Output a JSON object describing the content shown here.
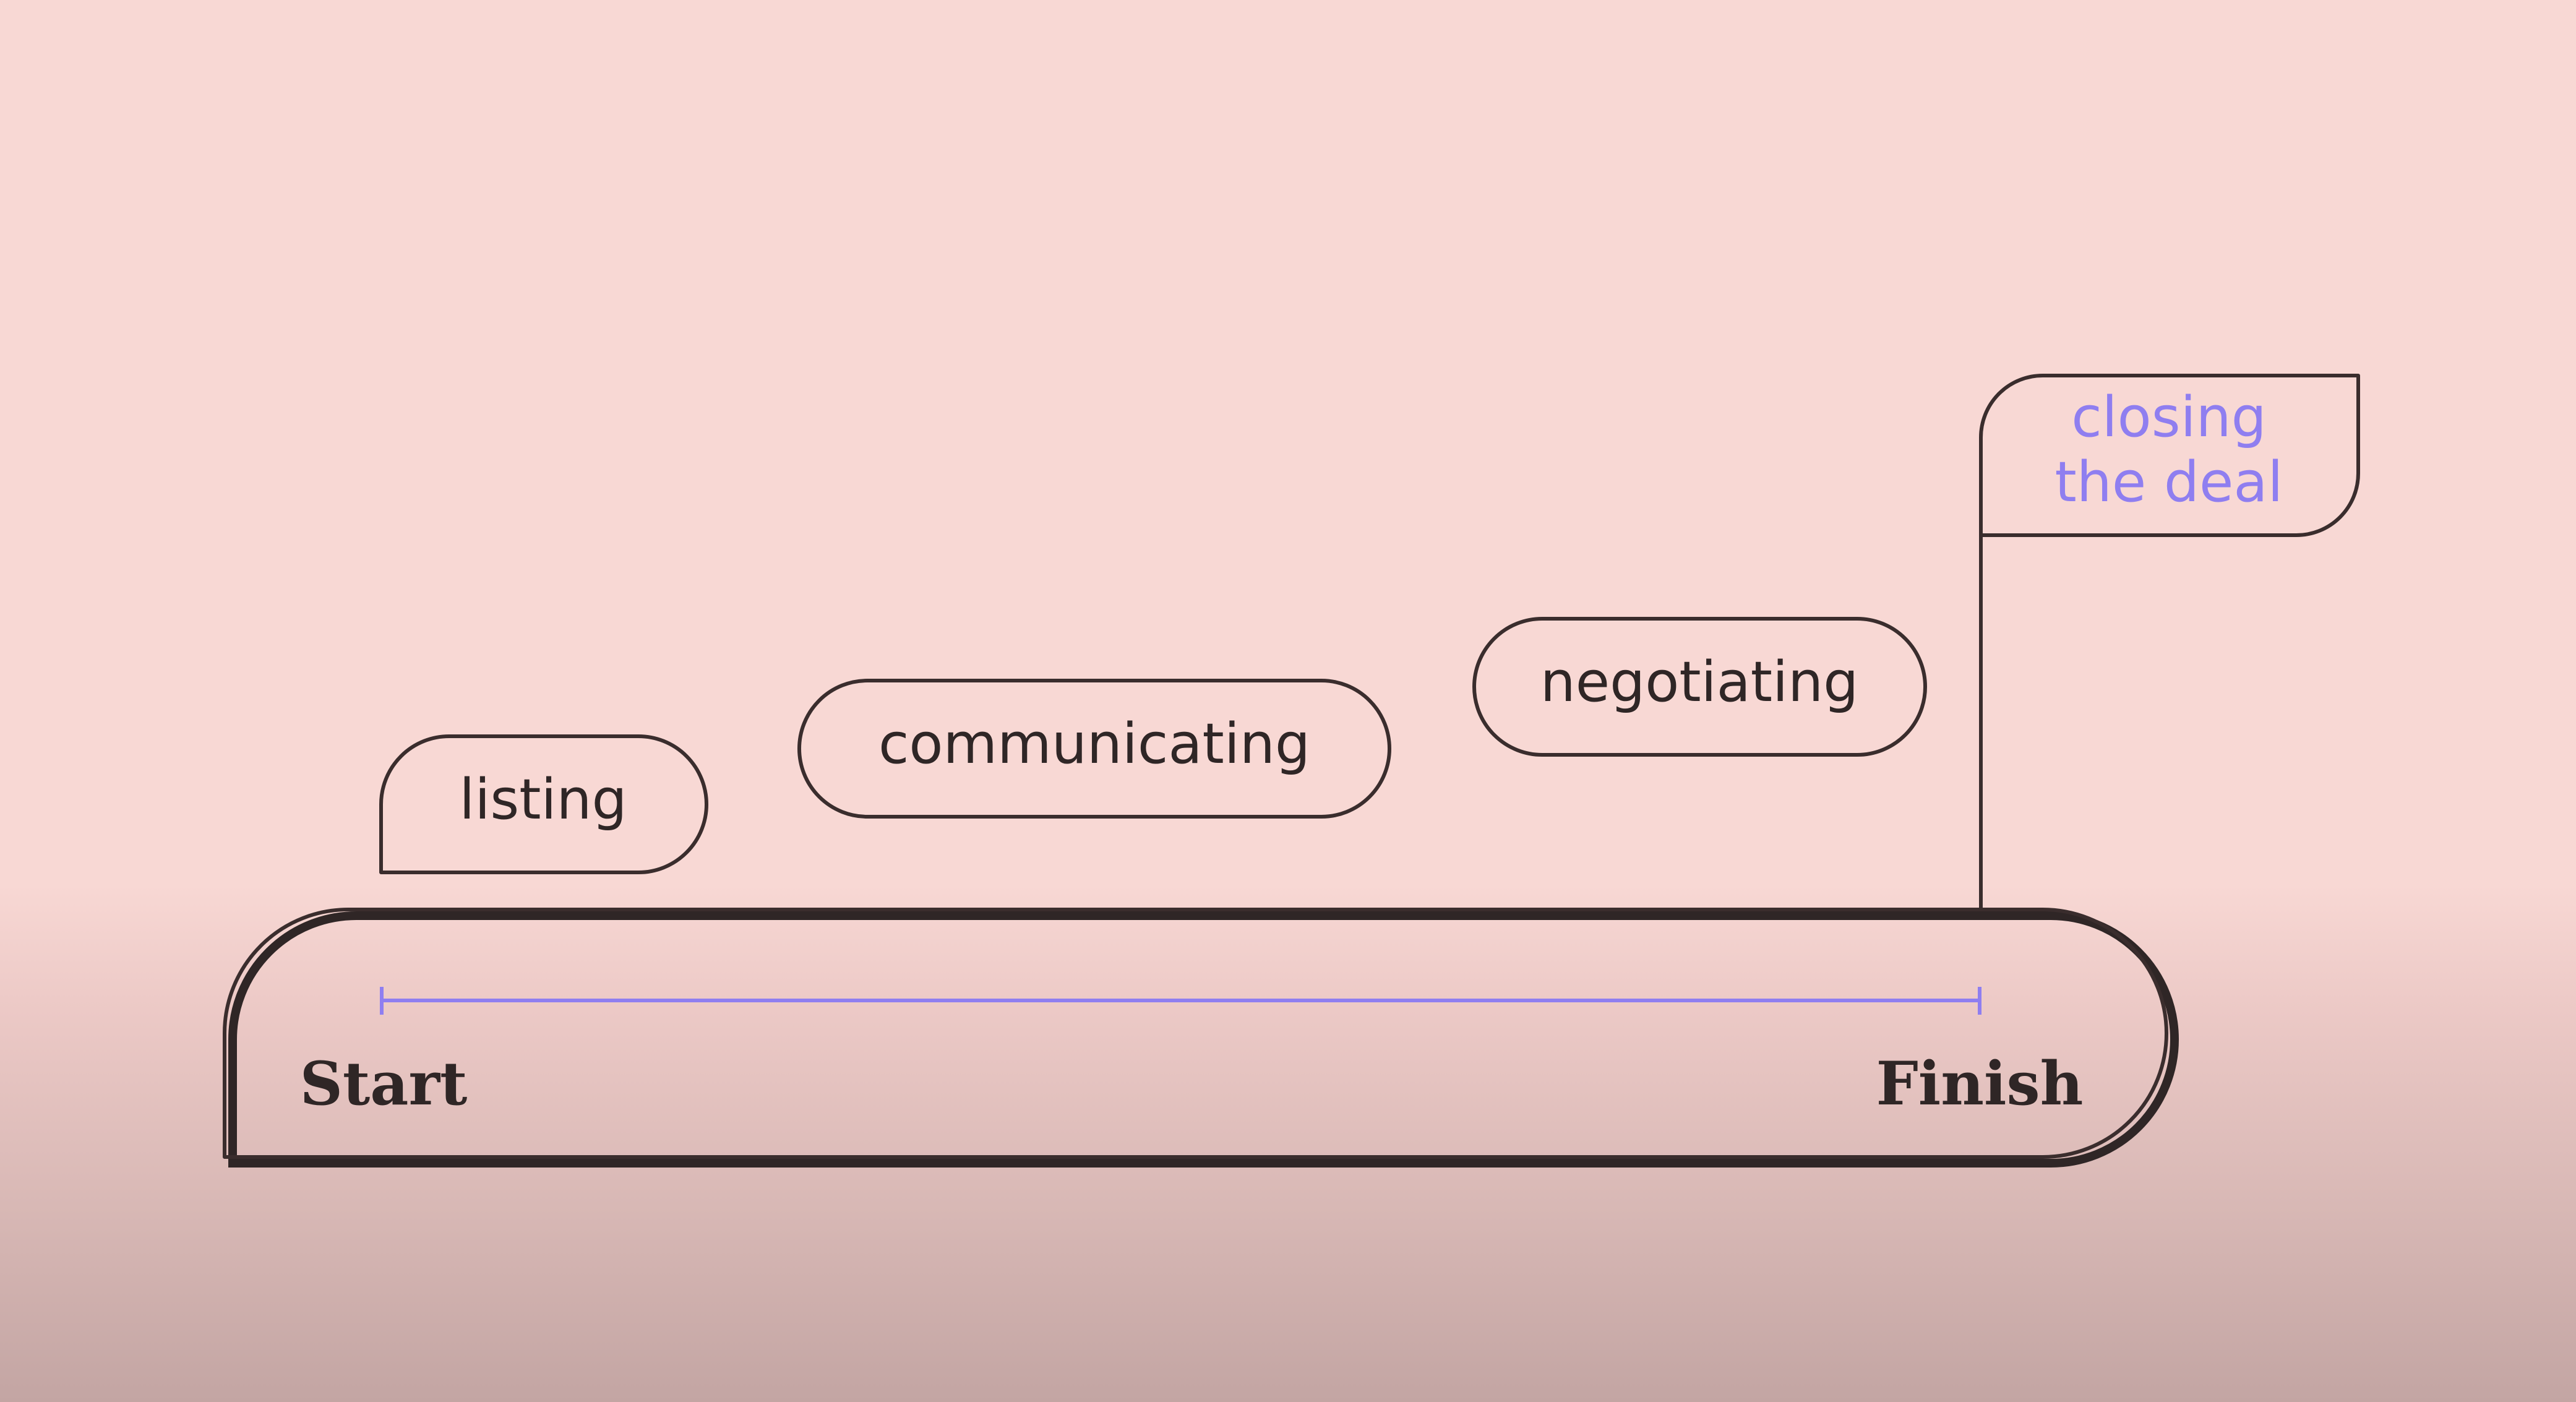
{
  "stages": [
    {
      "id": "listing",
      "label": "listing"
    },
    {
      "id": "communicating",
      "label": "communicating"
    },
    {
      "id": "negotiating",
      "label": "negotiating"
    }
  ],
  "goal": {
    "line1": "closing",
    "line2": "the deal",
    "color": "#8f7ef0"
  },
  "track": {
    "start_label": "Start",
    "finish_label": "Finish",
    "line_color": "#8f7ef0"
  },
  "colors": {
    "outline": "#3a2d2d",
    "text": "#2f2626",
    "background": "#f8d8d4"
  }
}
